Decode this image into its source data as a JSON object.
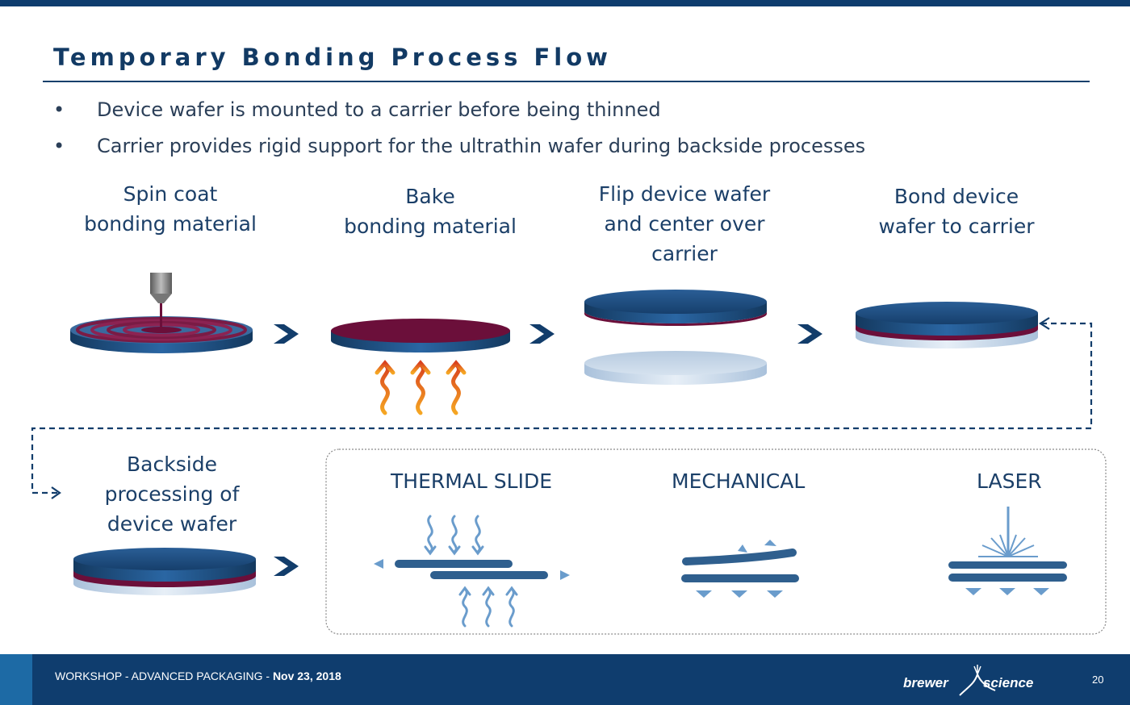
{
  "slide": {
    "title": "Temporary Bonding Process Flow",
    "bullets": [
      "Device wafer is mounted to a carrier before being thinned",
      "Carrier provides rigid support for the ultrathin wafer during backside processes"
    ],
    "bullet_symbol": "•"
  },
  "steps": {
    "spin_coat": [
      "Spin coat",
      "bonding material"
    ],
    "bake": [
      "Bake",
      "bonding material"
    ],
    "flip": [
      "Flip device wafer",
      "and center over",
      "carrier"
    ],
    "bond": [
      "Bond device",
      "wafer to carrier"
    ],
    "backside": [
      "Backside",
      "processing of",
      "device wafer"
    ]
  },
  "debond_methods": {
    "thermal_slide": "THERMAL SLIDE",
    "mechanical": "MECHANICAL",
    "laser": "LASER"
  },
  "footer": {
    "event": "WORKSHOP - ADVANCED PACKAGING - ",
    "date": "Nov 23, 2018",
    "logo_left": "brewer",
    "logo_right": "science",
    "page": "20"
  },
  "colors": {
    "navy": "#0f3d6e",
    "device_wafer": "#1a4f86",
    "carrier": "#c9d9ea",
    "bonding_material": "#6b0f3a",
    "heat": "#e8641c",
    "arrow_blue": "#6a9ccc"
  }
}
